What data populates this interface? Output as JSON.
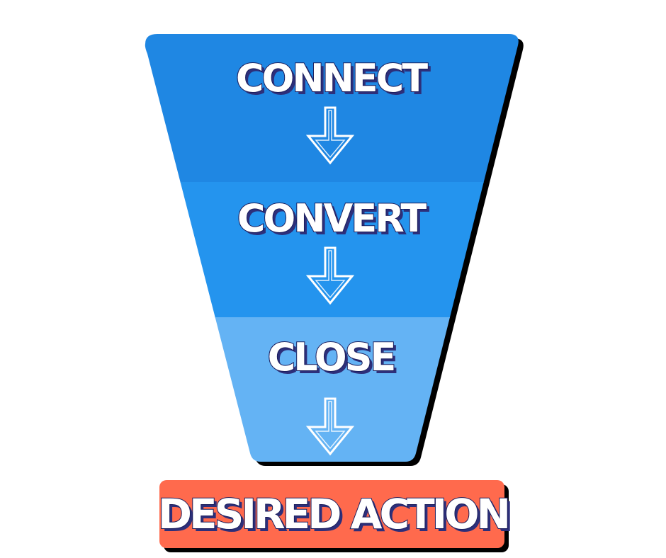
{
  "stages": [
    {
      "label": "CONNECT",
      "color": "#1f87e3"
    },
    {
      "label": "CONVERT",
      "color": "#2494ee"
    },
    {
      "label": "CLOSE",
      "color": "#64b3f4"
    }
  ],
  "action": {
    "label": "DESIRED ACTION",
    "color": "#ff6a4d"
  },
  "colors": {
    "shadow": "#000000",
    "text": "#ffffff",
    "text_shadow": "#2d2f7a"
  },
  "icons": [
    "arrow-down-icon",
    "arrow-down-icon",
    "arrow-down-icon"
  ]
}
